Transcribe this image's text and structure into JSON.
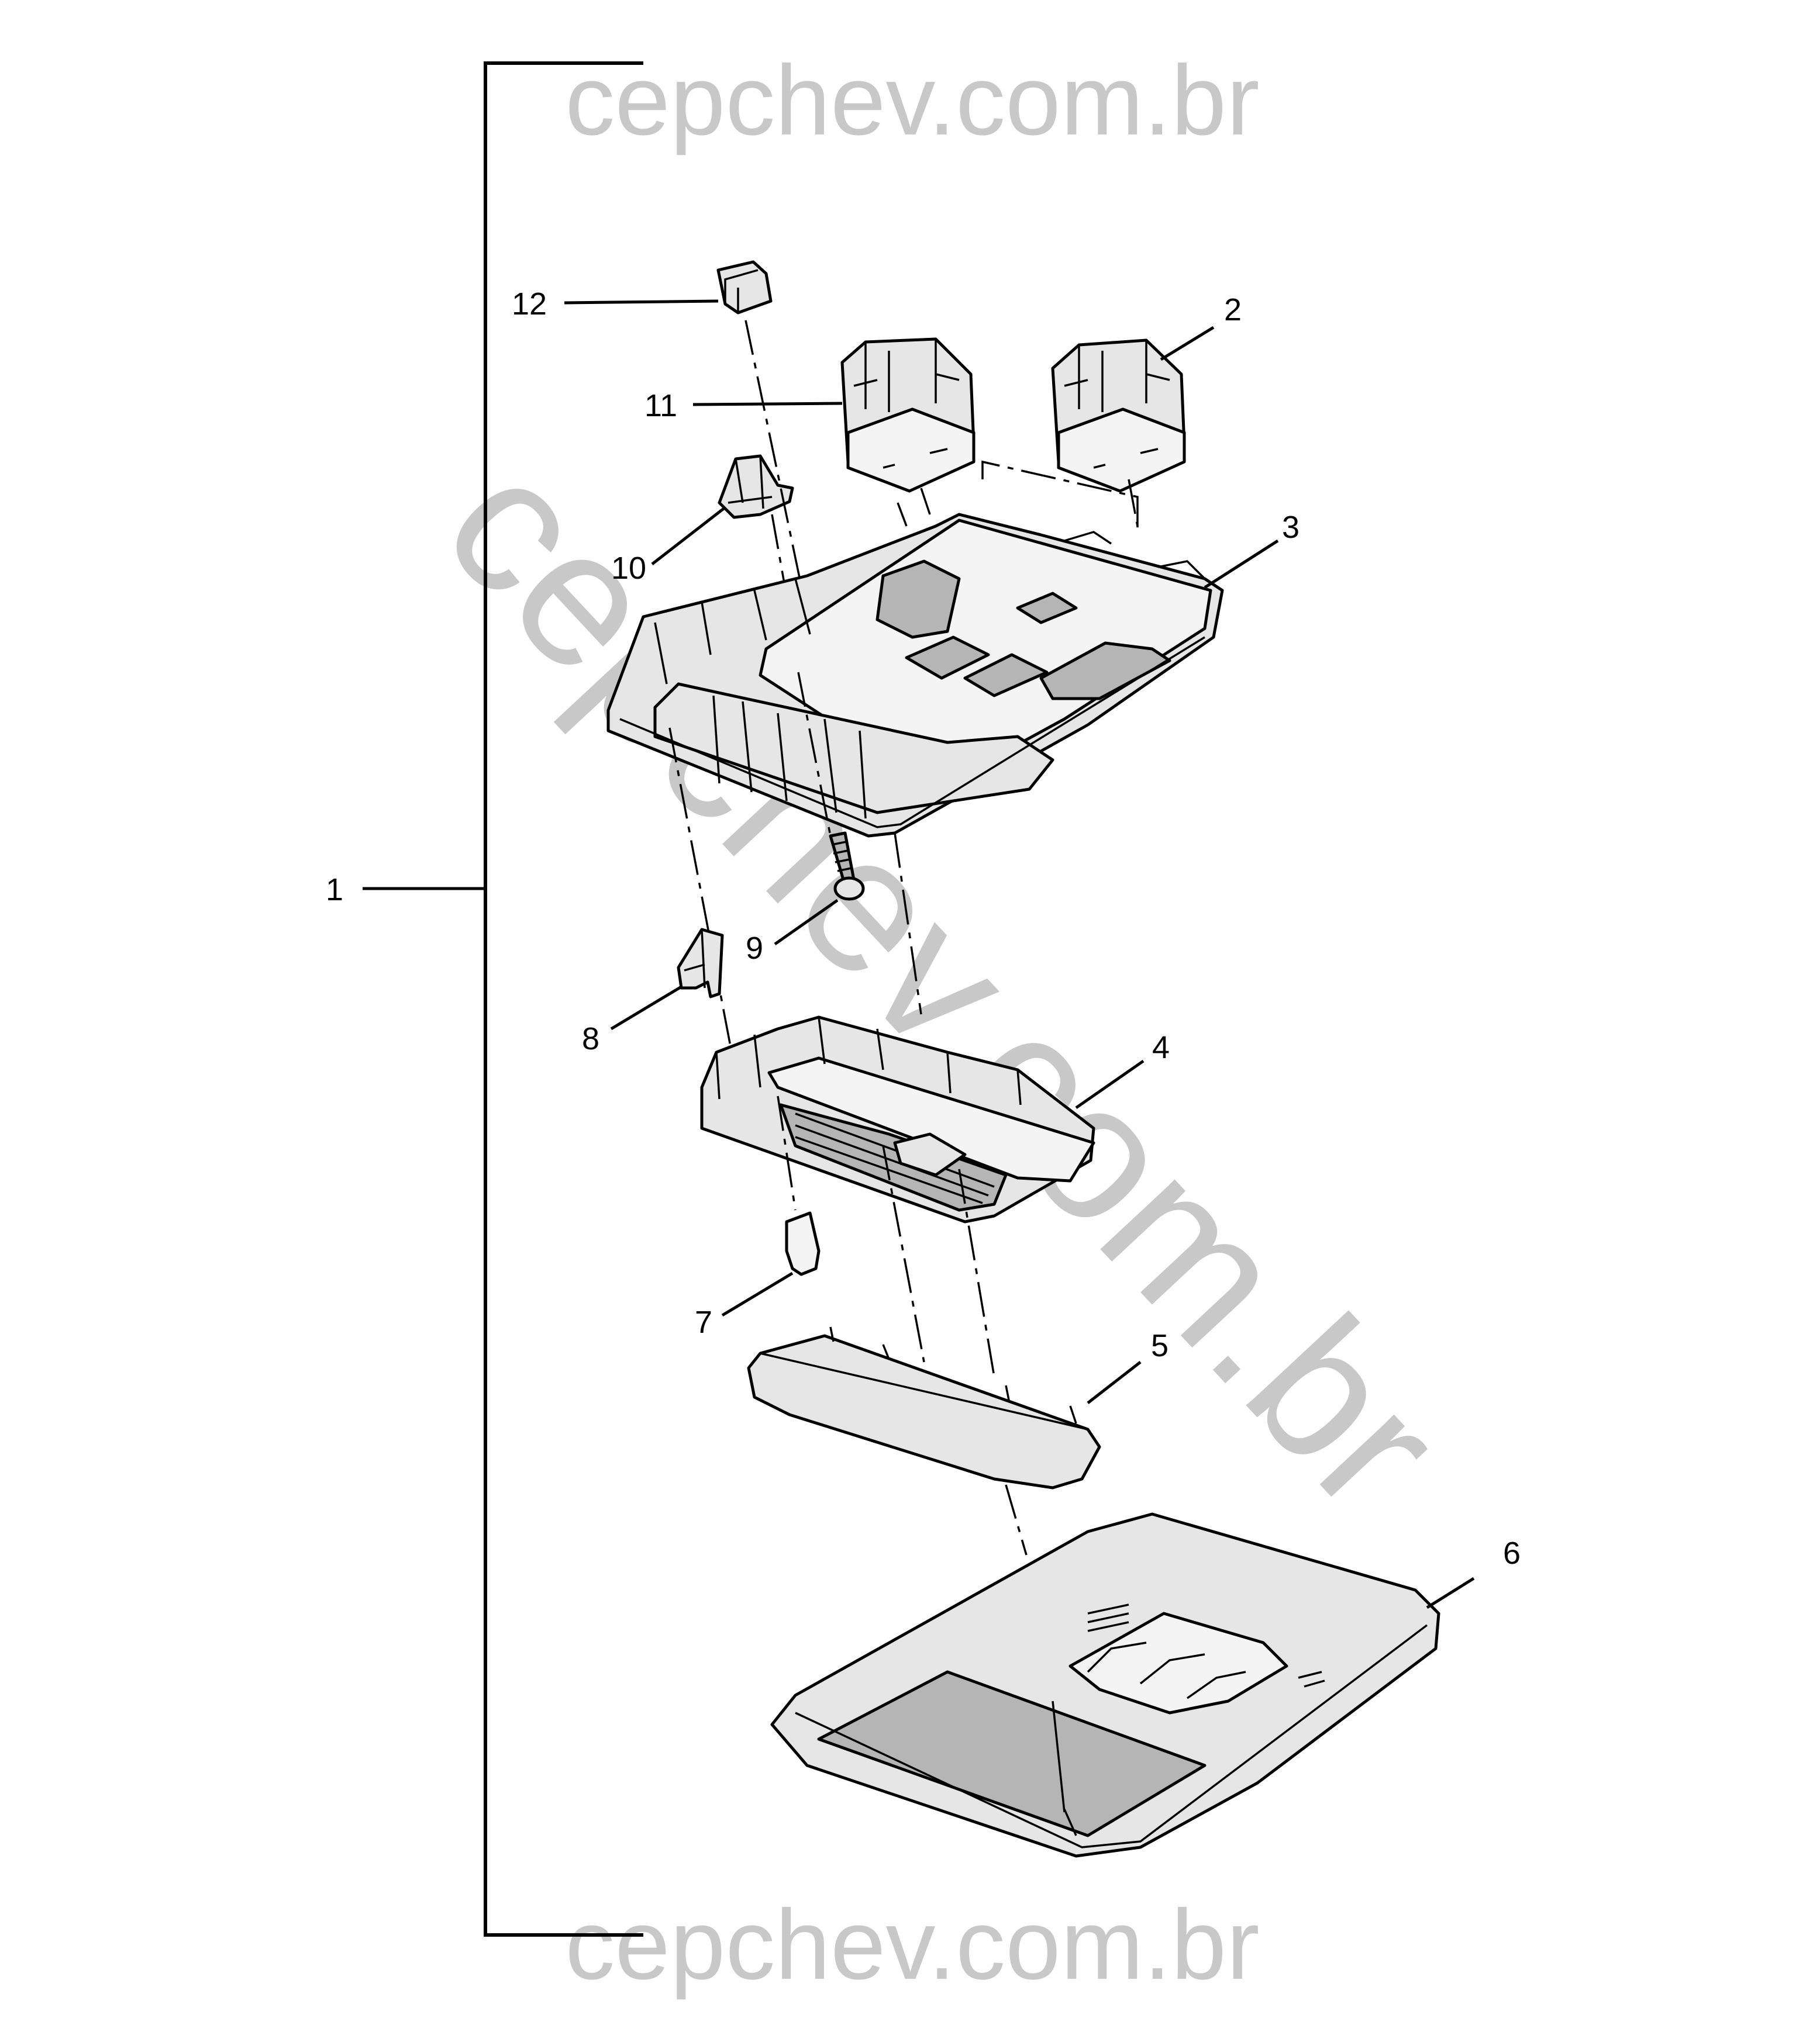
{
  "watermark": {
    "top": "cepchev.com.br",
    "bottom": "cepchev.com.br",
    "diagonal": "cepchev.com.br"
  },
  "callouts": {
    "c1": "1",
    "c2": "2",
    "c3": "3",
    "c4": "4",
    "c5": "5",
    "c6": "6",
    "c7": "7",
    "c8": "8",
    "c9": "9",
    "c10": "10",
    "c11": "11",
    "c12": "12"
  }
}
